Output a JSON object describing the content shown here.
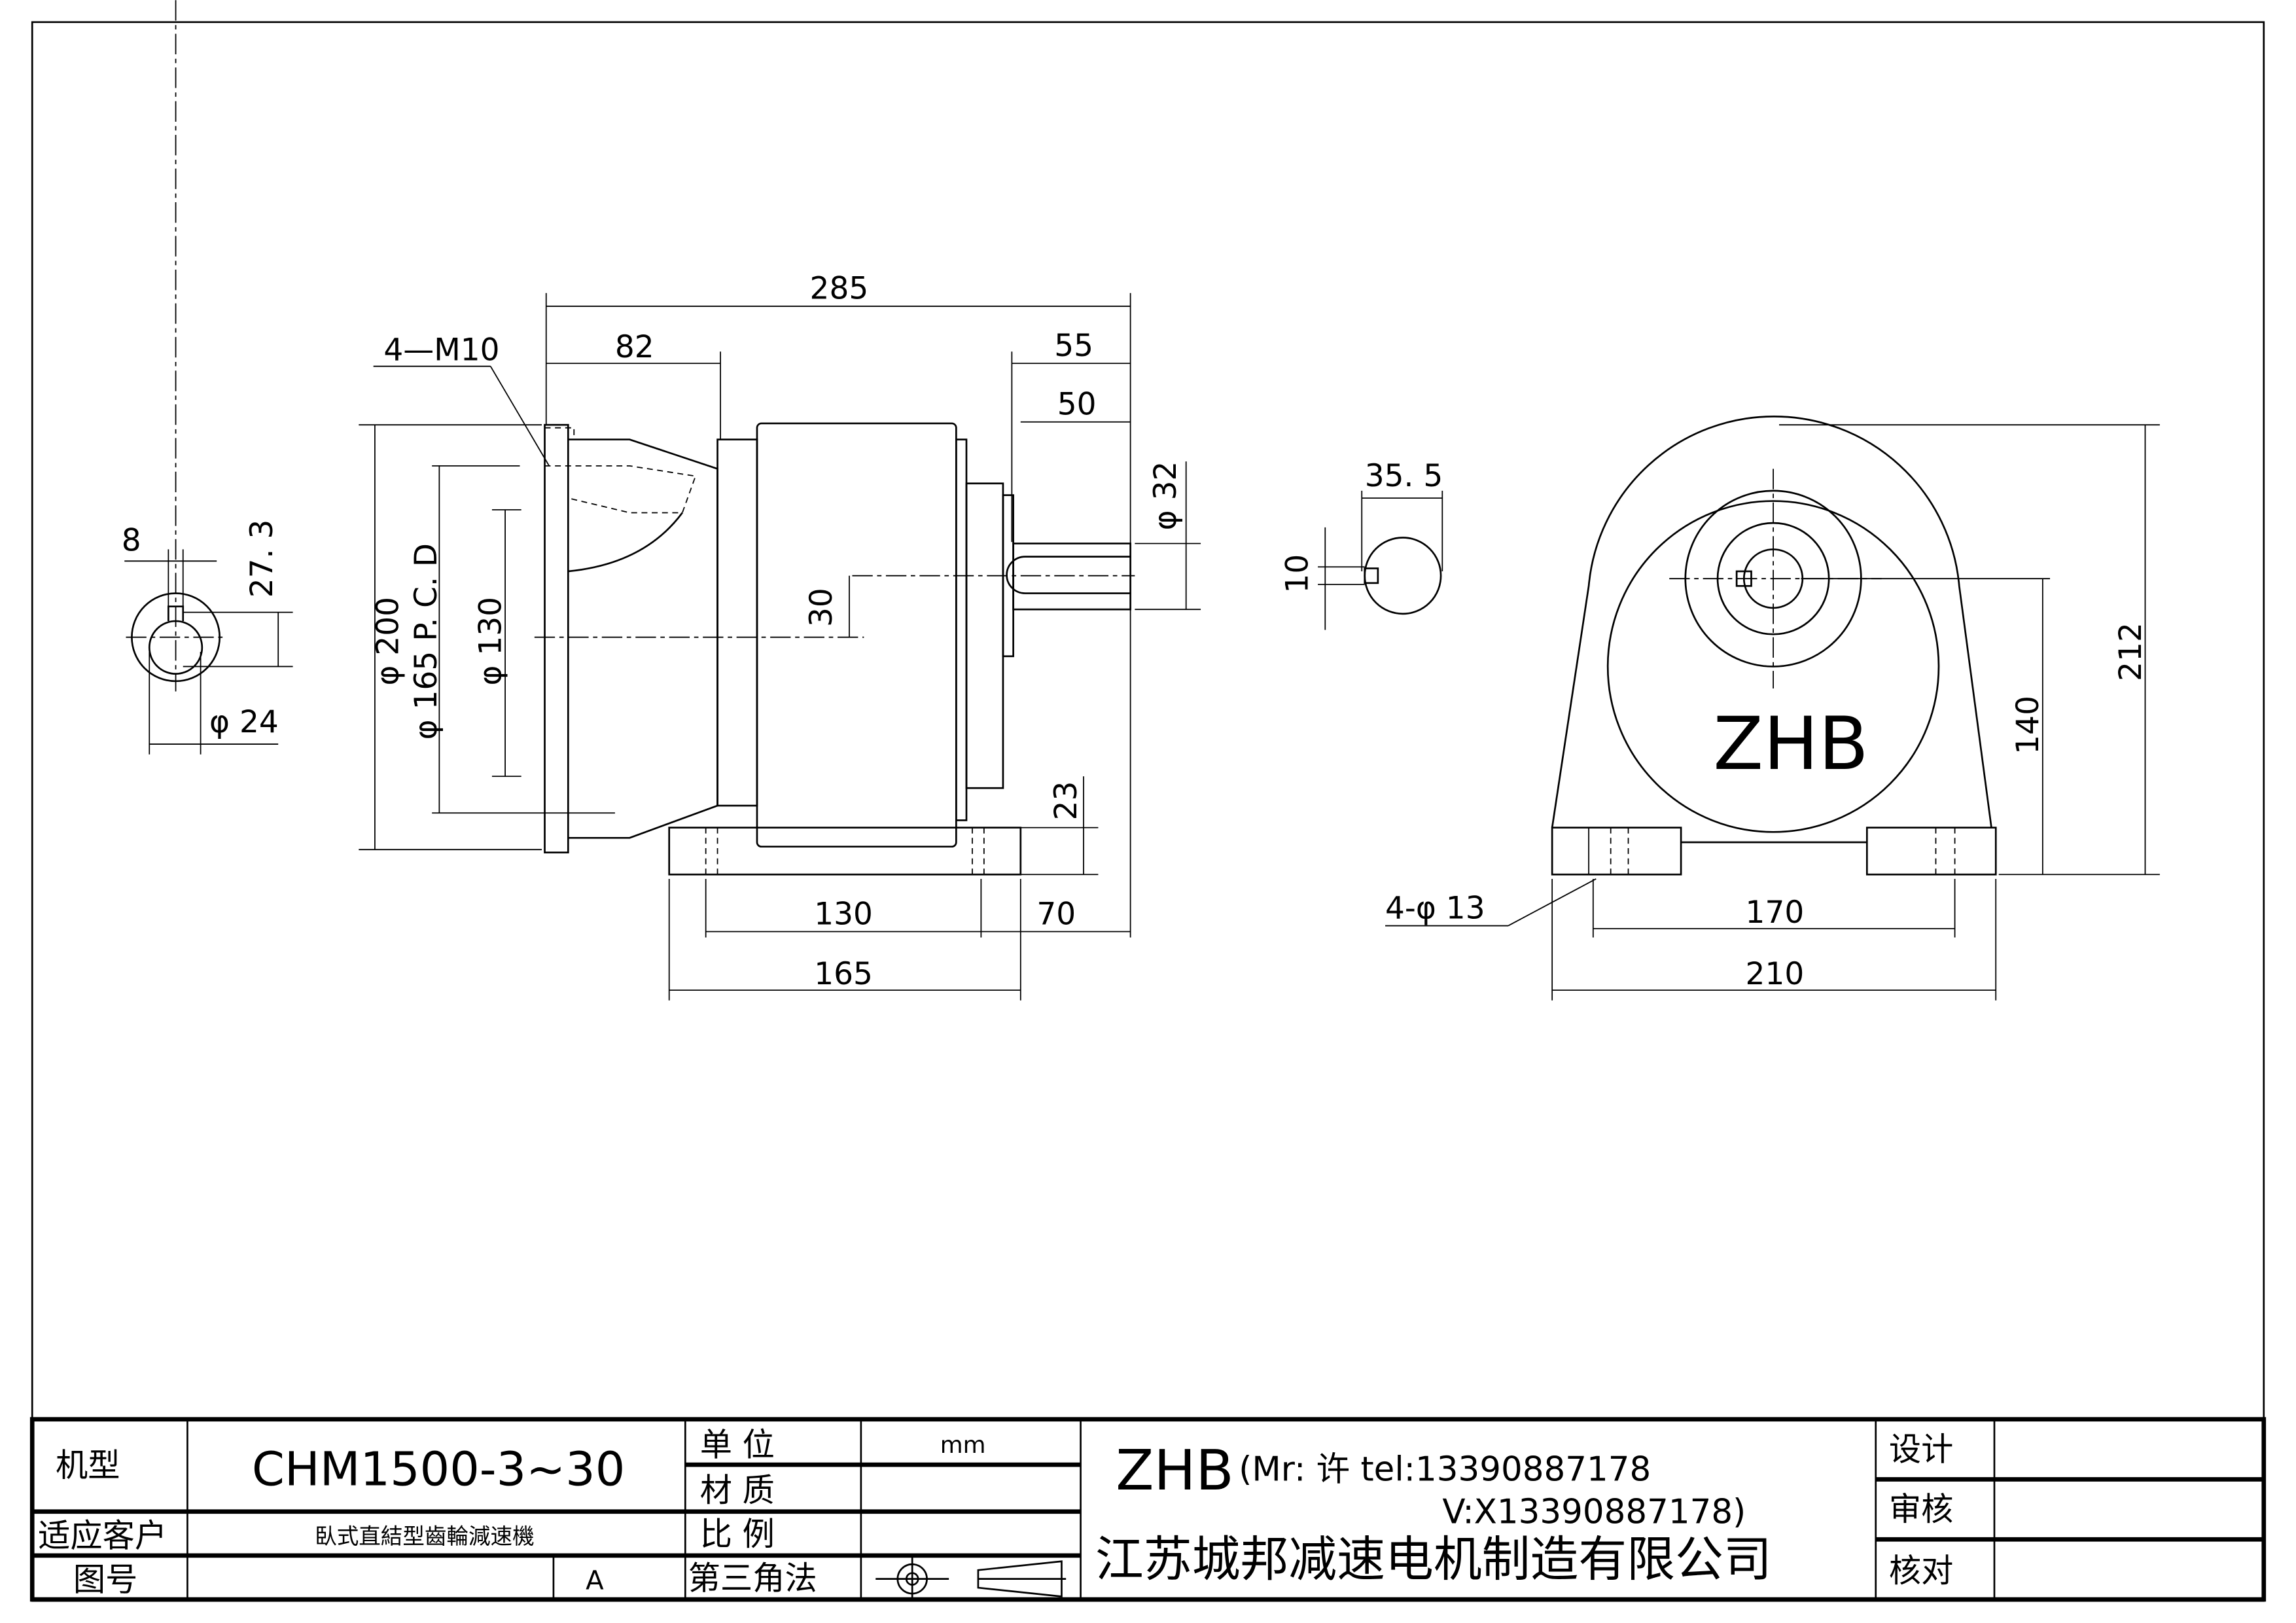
{
  "dimensions": {
    "overall_length": "285",
    "flange_depth": "82",
    "thread_holes": "4—M10",
    "shaft_total": "55",
    "shaft_key": "50",
    "shaft_dia": "φ 32",
    "shaft_offset": "30",
    "flange_od": "φ 200",
    "pcd": "φ 165  P. C. D",
    "spigot": "φ 130",
    "base_height": "23",
    "base_holes_span": "130",
    "base_to_shaft": "70",
    "base_length": "165",
    "key_width": "8",
    "key_height": "27. 3",
    "bore_dia": "φ 24",
    "shaft_key_height": "35. 5",
    "shaft_key_width": "10",
    "foot_holes": "4-φ 13",
    "foot_hole_span": "170",
    "foot_width": "210",
    "center_height": "140",
    "total_height": "212",
    "nameplate": "ZHB"
  },
  "title_block": {
    "model_label": "机型",
    "model_value": "CHM1500-3~30",
    "customer_label": "适应客户",
    "description": "臥式直結型齒輪減速機",
    "drawing_no_label": "图号",
    "revision": "A",
    "unit_label": "单   位",
    "unit_value": "mm",
    "material_label": "材   质",
    "scale_label": "比   例",
    "projection_label": "第三角法",
    "brand": "ZHB",
    "contact_line1": "(Mr: 许  tel:13390887178",
    "contact_line2": "V:X13390887178)",
    "company": "江苏城邦减速电机制造有限公司",
    "design_label": "设计",
    "review_label": "审核",
    "check_label": "核对"
  }
}
